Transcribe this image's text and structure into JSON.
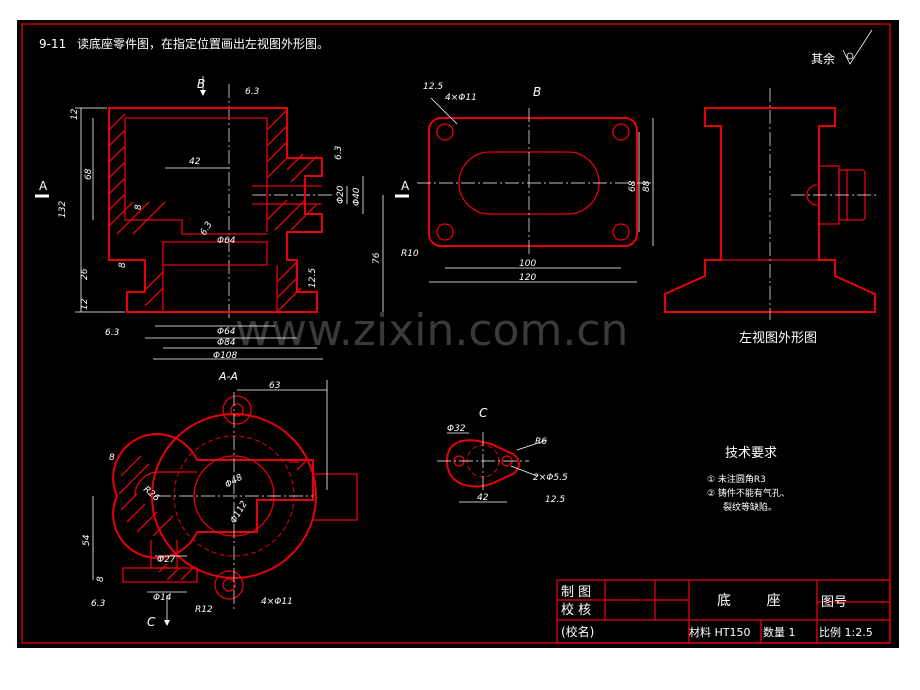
{
  "problem": {
    "number": "9-11",
    "statement": "读底座零件图，在指定位置画出左视图外形图。"
  },
  "roughness_note": {
    "label": "其余",
    "symbol": "√"
  },
  "views": {
    "front": {
      "view_arrow": "B",
      "section_mark": "A"
    },
    "top": {
      "title": "B",
      "section_mark": "A"
    },
    "section": {
      "title": "A-A",
      "view_arrow": "C"
    },
    "detail": {
      "title": "C"
    },
    "left": {
      "caption": "左视图外形图"
    }
  },
  "dimensions": {
    "front": [
      "42",
      "6.3",
      "12",
      "68",
      "132",
      "8",
      "Φ64",
      "6.3",
      "8",
      "26",
      "12",
      "6.3",
      "Φ20",
      "Φ40",
      "6.3",
      "76",
      "12.5",
      "Φ64",
      "Φ84",
      "Φ108"
    ],
    "top": [
      "12.5",
      "4×Φ11",
      "68",
      "88",
      "R10",
      "100",
      "120"
    ],
    "section": [
      "63",
      "8",
      "R26",
      "Φ48",
      "Φ112",
      "54",
      "Φ27",
      "8",
      "6.3",
      "Φ14",
      "R12",
      "4×Φ11"
    ],
    "detail": [
      "Φ32",
      "R6",
      "2×Φ5.5",
      "12.5",
      "42"
    ]
  },
  "technical_requirements": {
    "title": "技术要求",
    "items": [
      "① 未注圆角R3",
      "② 铸件不能有气孔、",
      "裂纹等缺陷。"
    ]
  },
  "title_block": {
    "drawn_by": "制 图",
    "checked_by": "校 核",
    "school": "(校名)",
    "part_name": "底        座",
    "drawing_no_label": "图号",
    "material": "材料 HT150",
    "quantity": "数量 1",
    "scale": "比例 1:2.5"
  },
  "watermark": "www.zixin.com.cn"
}
